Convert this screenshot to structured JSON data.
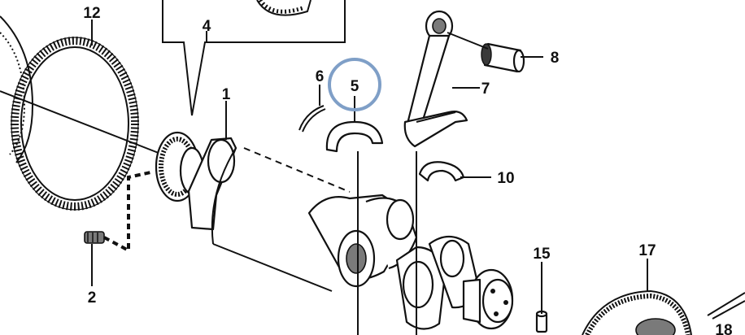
{
  "diagram": {
    "callouts": [
      "12",
      "4",
      "1",
      "2",
      "6",
      "5",
      "7",
      "8",
      "10",
      "15",
      "17",
      "18"
    ],
    "highlight_color": "#7f9fc7",
    "highlighted_callout": "5"
  }
}
